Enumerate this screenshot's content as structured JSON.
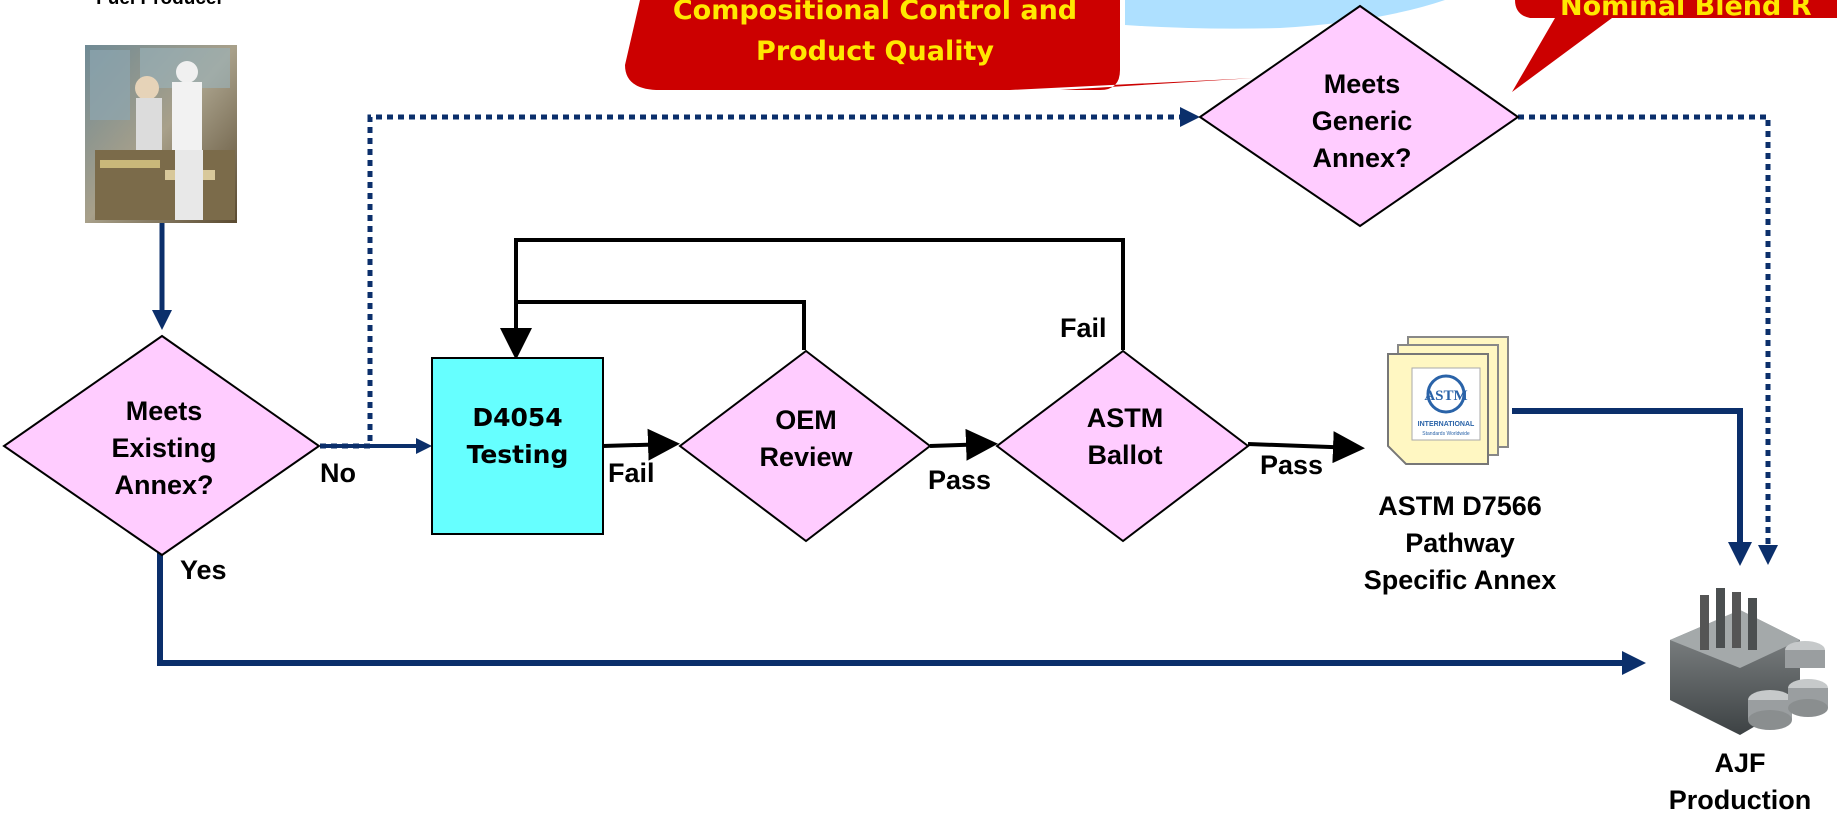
{
  "producer": {
    "label": "Fuel Producer"
  },
  "decisions": {
    "existing_annex": {
      "line1": "Meets",
      "line2": "Existing",
      "line3": "Annex?"
    },
    "generic_annex": {
      "line1": "Meets",
      "line2": "Generic",
      "line3": "Annex?"
    },
    "oem_review": {
      "line1": "OEM",
      "line2": "Review"
    },
    "astm_ballot": {
      "line1": "ASTM",
      "line2": "Ballot"
    }
  },
  "process": {
    "line1": "D4054",
    "line2": "Testing"
  },
  "edges": {
    "no": "No",
    "yes": "Yes",
    "fail_testing": "Fail",
    "pass_oem": "Pass",
    "pass_ballot": "Pass",
    "fail_ballot": "Fail"
  },
  "callouts": {
    "compositional": {
      "line1": "Compositional Control and",
      "line2": "Product Quality"
    },
    "nominal": {
      "line1": "Nominal Blend R"
    }
  },
  "document": {
    "line1": "ASTM D7566",
    "line2": "Pathway",
    "line3": "Specific Annex",
    "logo_text": "INTERNATIONAL",
    "logo_sub": "Standards Worldwide"
  },
  "outcome": {
    "line1": "AJF",
    "line2": "Production"
  },
  "colors": {
    "navy": "#0b2f6b",
    "pink": "#ffccff",
    "cyan": "#66ffff",
    "red": "#cc0000",
    "callout_text": "#ffe800",
    "sky": "#aee0ff"
  }
}
